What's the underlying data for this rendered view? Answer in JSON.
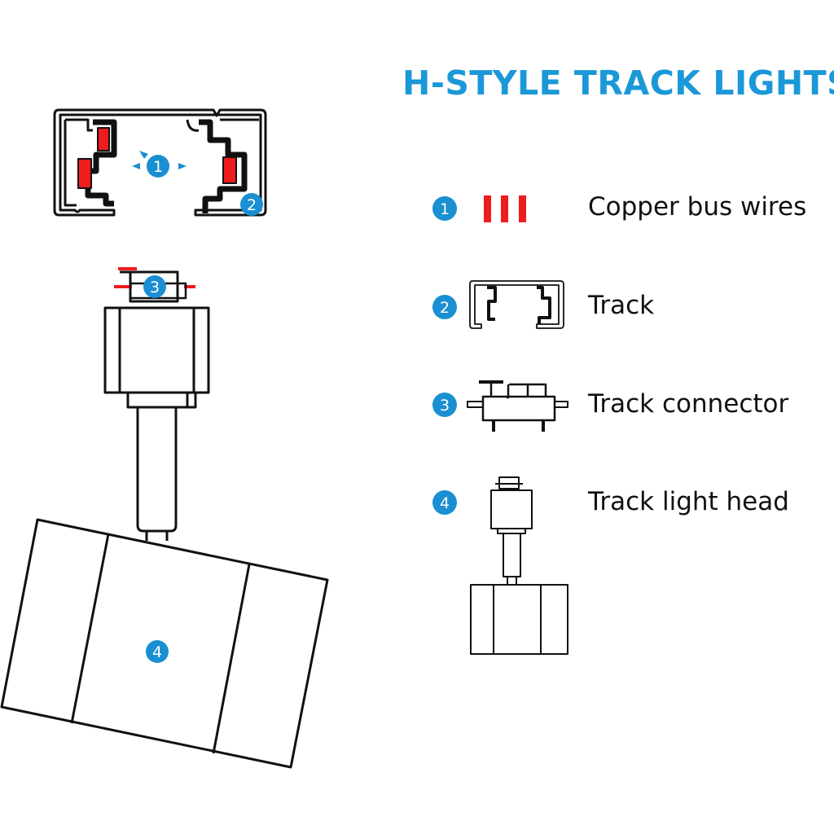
{
  "title": "H-STYLE TRACK LIGHTS",
  "colors": {
    "accent": "#1b98d8",
    "badge": "#1a8fd2",
    "wire": "#ee1c1c",
    "line": "#111111"
  },
  "legend": [
    {
      "number": "1",
      "label": "Copper bus wires",
      "icon": "copper-bus-wires-icon"
    },
    {
      "number": "2",
      "label": "Track",
      "icon": "track-icon"
    },
    {
      "number": "3",
      "label": "Track connector",
      "icon": "track-connector-icon"
    },
    {
      "number": "4",
      "label": "Track light head",
      "icon": "track-light-head-icon"
    }
  ],
  "callouts": [
    "1",
    "2",
    "3",
    "4"
  ]
}
